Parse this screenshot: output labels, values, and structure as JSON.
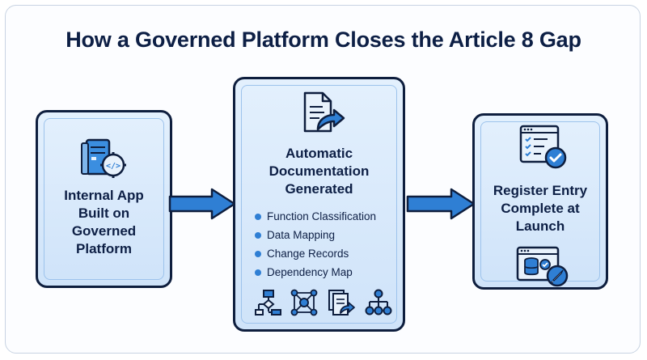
{
  "title": "How a Governed Platform Closes the Article 8 Gap",
  "steps": [
    {
      "label_lines": [
        "Internal App",
        "Built on",
        "Governed",
        "Platform"
      ],
      "icon": "server-code-gear-icon"
    },
    {
      "label_lines": [
        "Automatic",
        "Documentation",
        "Generated"
      ],
      "icon": "document-export-icon",
      "bullets": [
        "Function Classification",
        "Data Mapping",
        "Change Records",
        "Dependency Map"
      ],
      "footer_icons": [
        "flowchart-icon",
        "network-icon",
        "documents-export-icon",
        "hierarchy-icon"
      ]
    },
    {
      "label_lines": [
        "Register Entry",
        "Complete at",
        "Launch"
      ],
      "icons": [
        "checklist-window-icon",
        "database-rocket-window-icon"
      ]
    }
  ],
  "colors": {
    "title_text": "#0d1f45",
    "card_border": "#0e1e3e",
    "card_fill": "#d9eafb",
    "accent_blue": "#2f7fd4",
    "arrow_fill": "#2f7fd4"
  }
}
